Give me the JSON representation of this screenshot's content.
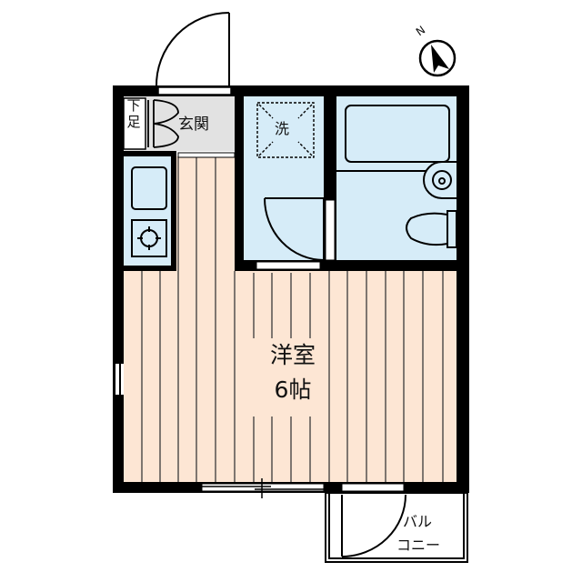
{
  "floor_plan": {
    "rooms": [
      {
        "id": "genkan",
        "label": "玄関",
        "meaning": "entrance"
      },
      {
        "id": "getabako",
        "label": "下足",
        "meaning": "shoe storage"
      },
      {
        "id": "washroom",
        "label": "洗",
        "meaning": "washing machine space"
      },
      {
        "id": "bathroom",
        "label": "",
        "meaning": "unit bath with tub, sink, toilet"
      },
      {
        "id": "kitchen",
        "label": "",
        "meaning": "kitchen with sink and one gas burner"
      },
      {
        "id": "western_room",
        "label": "洋室",
        "size": "6帖"
      },
      {
        "id": "balcony",
        "label_line1": "バル",
        "label_line2": "コニー"
      }
    ],
    "compass": {
      "label": "N"
    },
    "colors": {
      "wall": "#000000",
      "wet_area": "#d6ecf8",
      "floor_wood": "#fde6d4",
      "entrance": "#e2e2e2",
      "grain_line": "#3a3a3a"
    }
  }
}
